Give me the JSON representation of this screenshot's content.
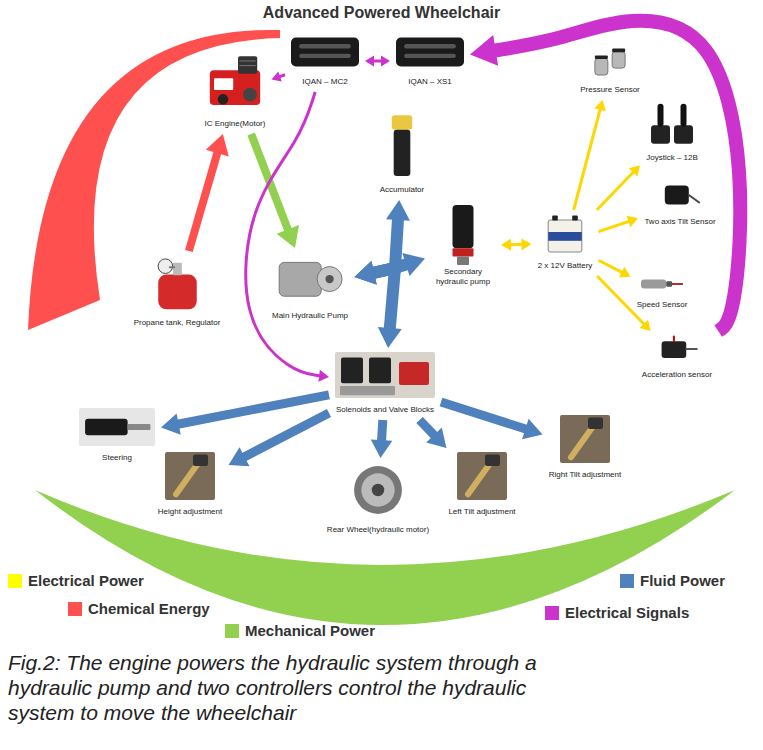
{
  "diagram": {
    "title": "Advanced Powered Wheelchair",
    "caption": "Fig.2: The engine powers the hydraulic system through a hydraulic pump and two controllers control the hydraulic system to move the wheelchair",
    "nodes": [
      {
        "text": [
          "IC Engine(Motor)"
        ]
      },
      {
        "text": [
          "IQAN – MC2"
        ]
      },
      {
        "text": [
          "IQAN – XS1"
        ]
      },
      {
        "text": [
          "Pressure Sensor"
        ]
      },
      {
        "text": [
          "Joystick – 12B"
        ]
      },
      {
        "text": [
          "Two axis Tilt Sensor"
        ]
      },
      {
        "text": [
          "2 x 12V Battery"
        ]
      },
      {
        "text": [
          "Speed Sensor"
        ]
      },
      {
        "text": [
          "Acceleration sensor"
        ]
      },
      {
        "text": [
          "Propane tank, Regulator"
        ]
      },
      {
        "text": [
          "Main Hydraulic Pump"
        ]
      },
      {
        "text": [
          "Accumulator"
        ]
      },
      {
        "text": [
          "Secondary hydraulic pump"
        ]
      },
      {
        "text": [
          "Solenoids and Valve Blocks"
        ]
      },
      {
        "text": [
          "Steering"
        ]
      },
      {
        "text": [
          "Height adjustment"
        ]
      },
      {
        "text": [
          "Rear Wheel(hydraulic motor)"
        ]
      },
      {
        "text": [
          "Left Tilt adjustment"
        ]
      },
      {
        "text": [
          "Right Tilt adjustment"
        ]
      }
    ],
    "edges": [
      {
        "from": 9,
        "to": 0,
        "arrow": "to"
      },
      {
        "from": 0,
        "to": 10,
        "arrow": "to"
      },
      {
        "from": 1,
        "to": 0,
        "arrow": "to"
      },
      {
        "from": 1,
        "to": 2,
        "arrow": "both"
      },
      {
        "from": 8,
        "to": 2,
        "arrow": "to"
      },
      {
        "from": 1,
        "to": 13,
        "arrow": "to"
      },
      {
        "from": 10,
        "to": 11,
        "arrow": "both"
      },
      {
        "from": 10,
        "to": 12,
        "arrow": "both"
      },
      {
        "from": 10,
        "to": 13,
        "arrow": "both"
      },
      {
        "from": 13,
        "to": 14,
        "arrow": "to"
      },
      {
        "from": 13,
        "to": 15,
        "arrow": "to"
      },
      {
        "from": 13,
        "to": 16,
        "arrow": "to"
      },
      {
        "from": 13,
        "to": 17,
        "arrow": "to"
      },
      {
        "from": 13,
        "to": 18,
        "arrow": "to"
      },
      {
        "from": 6,
        "to": 3,
        "arrow": "to"
      },
      {
        "from": 6,
        "to": 4,
        "arrow": "to"
      },
      {
        "from": 6,
        "to": 5,
        "arrow": "to"
      },
      {
        "from": 6,
        "to": 7,
        "arrow": "to"
      },
      {
        "from": 6,
        "to": 8,
        "arrow": "to"
      },
      {
        "from": 6,
        "to": 12,
        "arrow": "both"
      }
    ],
    "legend": [
      {
        "text": "Electrical Power",
        "color": "#ffff00"
      },
      {
        "text": "Fluid Power",
        "color": "#4f81bd"
      },
      {
        "text": "Chemical Energy",
        "color": "#ff5050"
      },
      {
        "text": "Electrical Signals",
        "color": "#cc33cc"
      },
      {
        "text": "Mechanical Power",
        "color": "#92d050"
      }
    ]
  }
}
